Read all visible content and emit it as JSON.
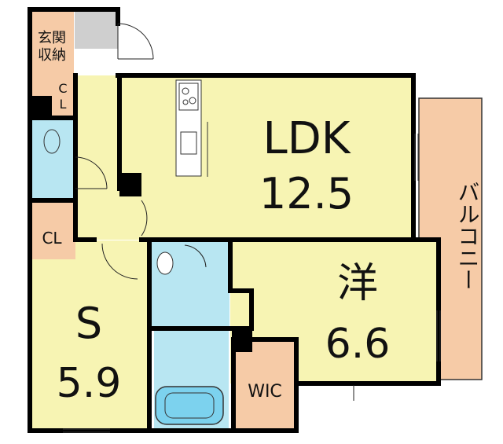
{
  "rooms": {
    "ldk": {
      "name": "LDK",
      "size": "12.5"
    },
    "western": {
      "name": "洋",
      "size": "6.6"
    },
    "service": {
      "name": "S",
      "size": "5.9"
    },
    "wic": {
      "name": "WIC"
    },
    "entrance_storage": {
      "line1": "玄関",
      "line2": "収納"
    },
    "closet_top": {
      "line1": "C",
      "line2": "L"
    },
    "closet_left": {
      "name": "CL"
    },
    "balcony": {
      "name": "バルコニー"
    }
  },
  "colors": {
    "living": "#f7f4b3",
    "wet": "#b8e6f2",
    "storage": "#f6cba7",
    "balcony": "#f6cba7",
    "wall": "#000000",
    "grey": "#cfcfcf"
  }
}
